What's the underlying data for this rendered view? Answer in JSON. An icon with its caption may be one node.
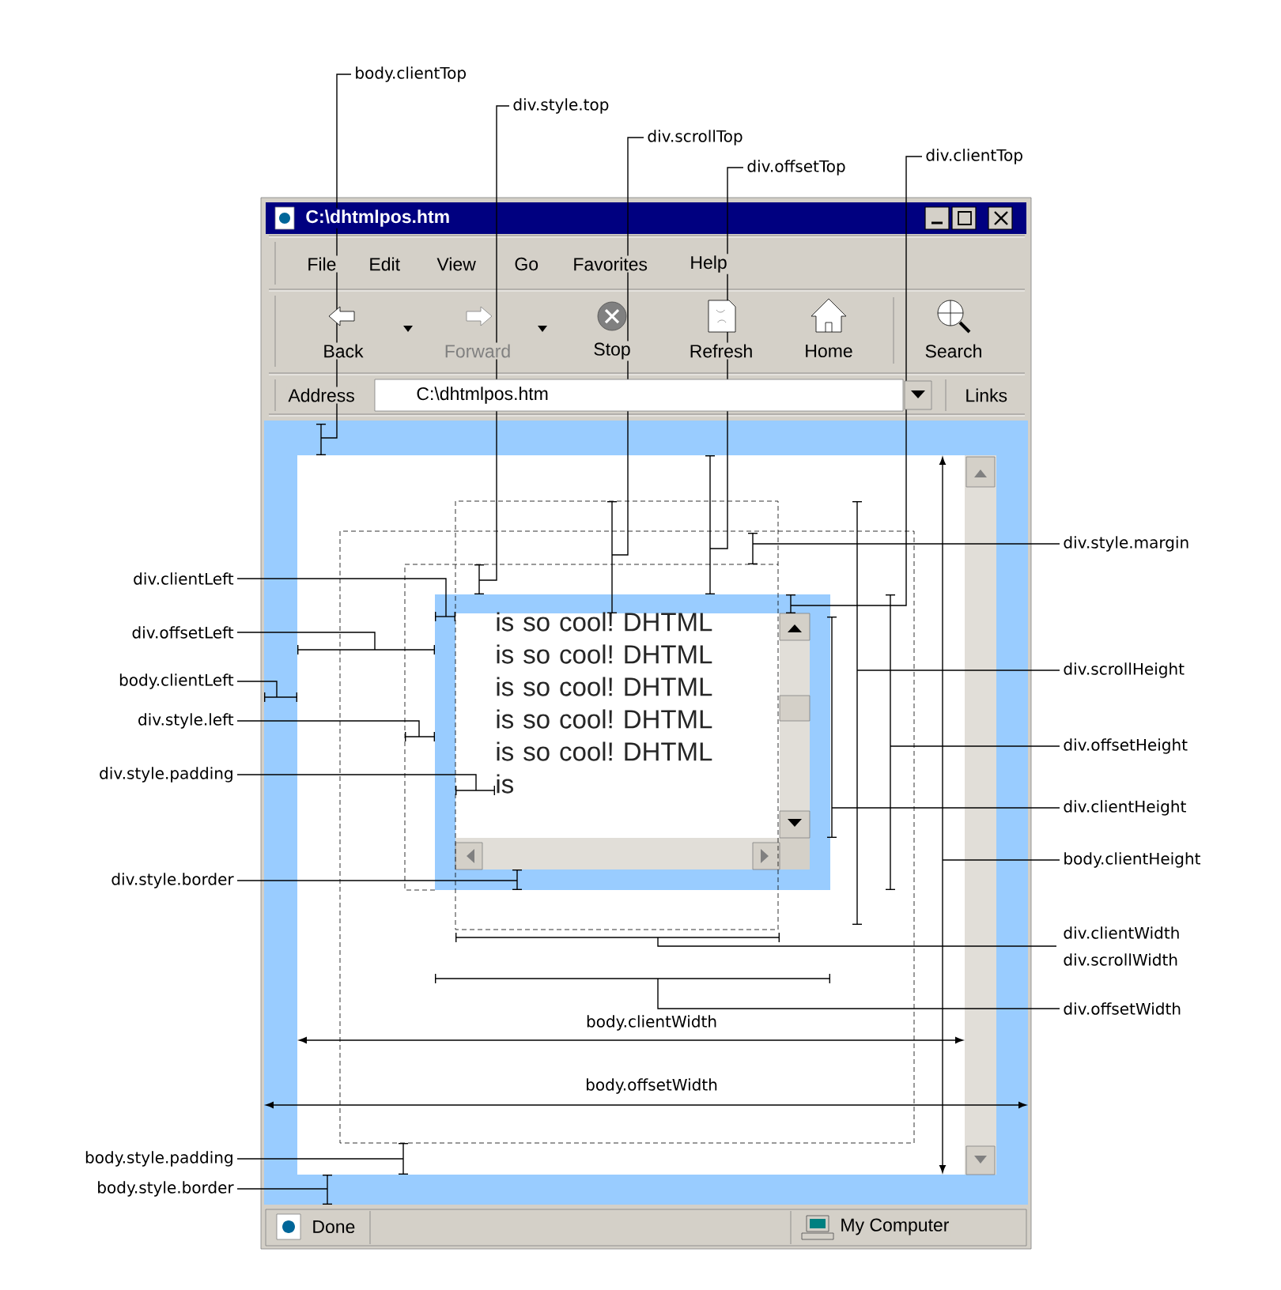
{
  "diagram": {
    "nodes": [
      {
        "text": [
          "body.clientTop"
        ]
      },
      {
        "text": [
          "div.style.top"
        ]
      },
      {
        "text": [
          "div.scrollTop"
        ]
      },
      {
        "text": [
          "div.offsetTop"
        ]
      },
      {
        "text": [
          "div.clientTop"
        ]
      },
      {
        "text": [
          "div.clientLeft"
        ]
      },
      {
        "text": [
          "div.offsetLeft"
        ]
      },
      {
        "text": [
          "body.clientLeft"
        ]
      },
      {
        "text": [
          "div.style.left"
        ]
      },
      {
        "text": [
          "div.style.padding"
        ]
      },
      {
        "text": [
          "div.style.border"
        ]
      },
      {
        "text": [
          "body.style.padding"
        ]
      },
      {
        "text": [
          "body.style.border"
        ]
      },
      {
        "text": [
          "div.style.margin"
        ]
      },
      {
        "text": [
          "div.scrollHeight"
        ]
      },
      {
        "text": [
          "div.offsetHeight"
        ]
      },
      {
        "text": [
          "div.clientHeight"
        ]
      },
      {
        "text": [
          "body.clientHeight"
        ]
      },
      {
        "text": [
          "div.clientWidth"
        ]
      },
      {
        "text": [
          "div.scrollWidth"
        ]
      },
      {
        "text": [
          "div.offsetWidth"
        ]
      },
      {
        "text": [
          "is so cool! DHTML is so cool! DHTML is so cool! DHTML is so cool! DHTML is so cool! DHTML is"
        ]
      }
    ],
    "edges": [
      {
        "from": 0,
        "to": null,
        "arrow": "none"
      },
      {
        "from": 1,
        "to": 21,
        "arrow": "none"
      },
      {
        "from": 2,
        "to": null,
        "arrow": "none"
      },
      {
        "from": 3,
        "to": null,
        "arrow": "none"
      },
      {
        "from": 4,
        "to": 21,
        "arrow": "none"
      },
      {
        "from": 5,
        "to": 21,
        "arrow": "none"
      },
      {
        "from": 6,
        "to": null,
        "arrow": "none"
      },
      {
        "from": 7,
        "to": null,
        "arrow": "none"
      },
      {
        "from": 8,
        "to": 21,
        "arrow": "none"
      },
      {
        "from": 9,
        "to": 21,
        "arrow": "none"
      },
      {
        "from": 10,
        "to": 21,
        "arrow": "none"
      },
      {
        "from": 11,
        "to": null,
        "arrow": "none"
      },
      {
        "from": 12,
        "to": null,
        "arrow": "none"
      },
      {
        "from": 13,
        "to": null,
        "arrow": "none"
      },
      {
        "from": 14,
        "to": null,
        "arrow": "none"
      },
      {
        "from": 15,
        "to": null,
        "arrow": "none"
      },
      {
        "from": 16,
        "to": 21,
        "arrow": "none"
      },
      {
        "from": 17,
        "to": null,
        "arrow": "none"
      },
      {
        "from": 18,
        "to": null,
        "arrow": "none"
      },
      {
        "from": 19,
        "to": null,
        "arrow": "none"
      },
      {
        "from": 20,
        "to": null,
        "arrow": "none"
      }
    ],
    "labels": [
      "C:\\dhtmlpos.htm",
      "File",
      "Edit",
      "View",
      "Go",
      "Favorites",
      "Help",
      "Back",
      "Forward",
      "Stop",
      "Refresh",
      "Home",
      "Search",
      "Address",
      "C:\\dhtmlpos.htm",
      "Links",
      "body.clientWidth",
      "body.offsetWidth",
      "Done",
      "My Computer"
    ]
  }
}
